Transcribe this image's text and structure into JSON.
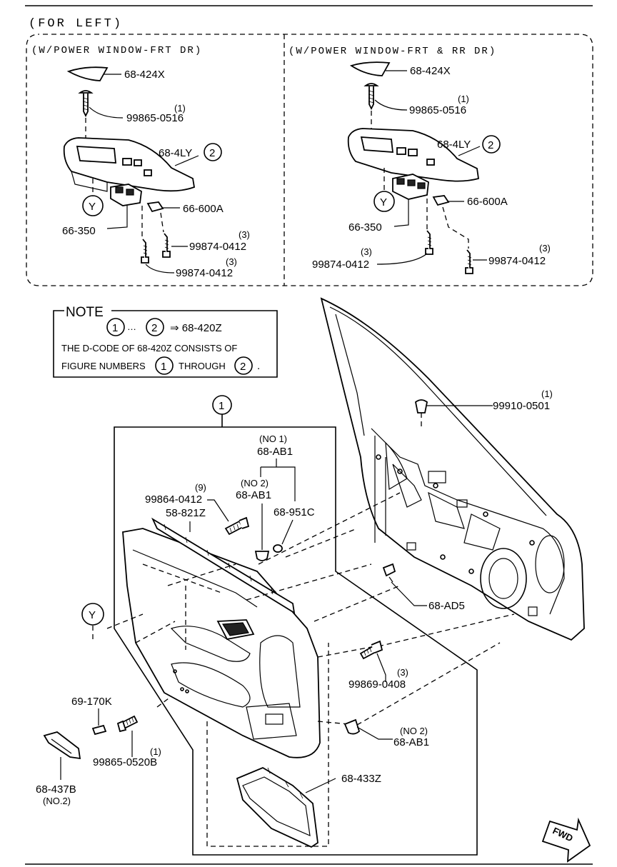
{
  "header": {
    "title": "(FOR LEFT)"
  },
  "left_panel": {
    "title": "(W/POWER WINDOW-FRT DR)",
    "labels": {
      "cap": "68-424X",
      "screw_qty": "(1)",
      "screw": "99865-0516",
      "switch_panel": "68-4LY",
      "switch_panel_ref": "2",
      "clip": "66-600A",
      "bolt1_qty": "(3)",
      "bolt1": "99874-0412",
      "bolt2_qty": "(3)",
      "bolt2": "99874-0412",
      "switch": "66-350",
      "ref_y": "Y"
    }
  },
  "right_panel": {
    "title": "(W/POWER WINDOW-FRT & RR DR)",
    "labels": {
      "cap": "68-424X",
      "screw_qty": "(1)",
      "screw": "99865-0516",
      "switch_panel": "68-4LY",
      "switch_panel_ref": "2",
      "clip": "66-600A",
      "switch": "66-350",
      "bolt1_qty": "(3)",
      "bolt1": "99874-0412",
      "bolt2_qty": "(3)",
      "bolt2": "99874-0412",
      "ref_y": "Y"
    }
  },
  "note": {
    "title": "NOTE",
    "ref_a": "1",
    "ref_b": "2",
    "arrow_text": "⇒ 68-420Z",
    "line2": "THE D-CODE OF  68-420Z  CONSISTS OF",
    "line3a": "FIGURE NUMBERS",
    "line3b": "THROUGH",
    "line3c": "."
  },
  "main": {
    "ref_1": "1",
    "ref_y": "Y",
    "labels": {
      "no1": "(NO 1)",
      "ab1_a": "68-AB1",
      "no2_a": "(NO 2)",
      "ab1_b": "68-AB1",
      "qty9": "(9)",
      "bolt_9": "99864-0412",
      "weatherstrip": "58-821Z",
      "seal": "68-951C",
      "clip_top_qty": "(1)",
      "clip_top": "99910-0501",
      "ad5": "68-AD5",
      "screw_qty": "(3)",
      "screw": "99869-0408",
      "no2_b": "(NO 2)",
      "ab1_c": "68-AB1",
      "plug": "69-170K",
      "screw_b_qty": "(1)",
      "screw_b": "99865-0520B",
      "bracket": "68-437B",
      "bracket_no": "(NO.2)",
      "pocket": "68-433Z"
    }
  },
  "fwd_arrow": {
    "label": "FWD"
  }
}
